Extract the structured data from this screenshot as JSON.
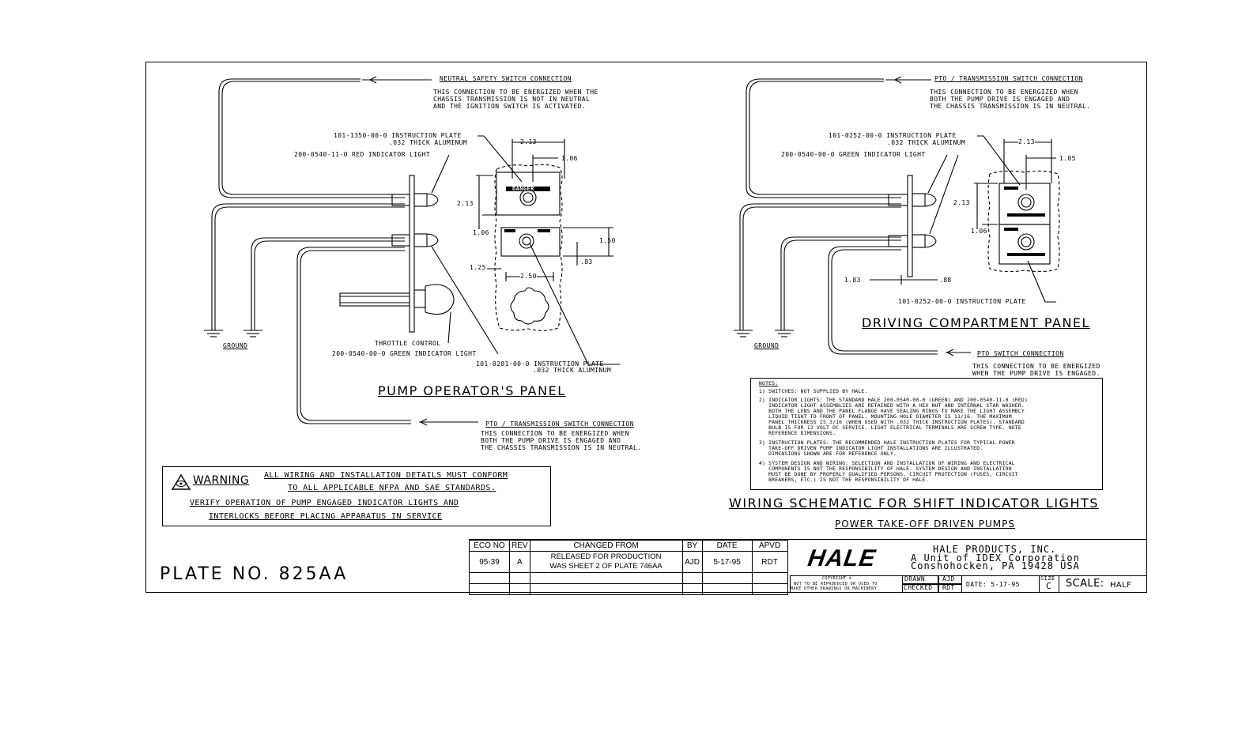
{
  "left": {
    "neutral_title": "NEUTRAL SAFETY SWITCH CONNECTION",
    "neutral_desc": [
      "THIS CONNECTION TO BE ENERGIZED WHEN THE",
      "CHASSIS TRANSMISSION IS NOT IN NEUTRAL",
      "AND THE IGNITION SWITCH IS ACTIVATED."
    ],
    "plate_callout_1": "101-1350-00-0 INSTRUCTION PLATE",
    "plate_callout_2": ".032 THICK ALUMINUM",
    "red_light": "200-0540-11-0 RED INDICATOR LIGHT",
    "dim_213_h": "2.13",
    "dim_106_h": "1.06",
    "dim_213_v": "2.13",
    "dim_106_v": "1.06",
    "dim_150": "1.50",
    "dim_83": ".83",
    "dim_125": "1.25",
    "dim_250": "2.50",
    "danger_label": "DANGER",
    "throttle": "THROTTLE CONTROL",
    "green_light": "200-0540-00-0 GREEN INDICATOR LIGHT",
    "plate2_1": "101-0201-00-0 INSTRUCTION PLATE",
    "plate2_2": ".032 THICK ALUMINUM",
    "ground": "GROUND",
    "panel_title": "PUMP OPERATOR'S PANEL",
    "pto_title": "PTO / TRANSMISSION SWITCH CONNECTION",
    "pto_desc": [
      "THIS CONNECTION TO BE ENERGIZED WHEN",
      "BOTH THE PUMP DRIVE IS ENGAGED AND",
      "THE CHASSIS TRANSMISSION IS IN NEUTRAL."
    ]
  },
  "right": {
    "pto_title": "PTO / TRANSMISSION SWITCH CONNECTION",
    "pto_desc": [
      "THIS CONNECTION TO BE ENERGIZED WHEN",
      "BOTH THE PUMP DRIVE IS ENGAGED AND",
      "THE CHASSIS TRANSMISSION IS IN NEUTRAL."
    ],
    "plate_callout_1": "101-0252-00-0 INSTRUCTION PLATE",
    "plate_callout_2": ".032 THICK ALUMINUM",
    "green_light": "200-0540-00-0 GREEN INDICATOR LIGHT",
    "dim_213_h": "2.13",
    "dim_105": "1.05",
    "dim_213_v": "2.13",
    "dim_106": "1.06",
    "dim_183": "1.83",
    "dim_88": ".88",
    "plate_bottom": "101-0252-00-0 INSTRUCTION PLATE",
    "panel_title": "DRIVING COMPARTMENT PANEL",
    "ground": "GROUND",
    "pto_switch_title": "PTO SWITCH CONNECTION",
    "pto_switch_desc": [
      "THIS CONNECTION TO BE ENERGIZED",
      "WHEN THE PUMP DRIVE IS ENGAGED."
    ]
  },
  "notes": {
    "heading": "NOTES:",
    "lines": [
      "1) SWITCHES: NOT SUPPLIED BY HALE.",
      "2) INDICATOR LIGHTS: THE STANDARD HALE 200-0540-00-0 (GREEN) AND 200-0540-11-0 (RED)",
      "   INDICATOR LIGHT ASSEMBLIES ARE RETAINED WITH A HEX NUT AND INTERNAL STAR WASHER.",
      "   BOTH THE LENS AND THE PANEL FLANGE HAVE SEALING RINGS TO MAKE THE LIGHT ASSEMBLY",
      "   LIQUID TIGHT TO FRONT OF PANEL. MOUNTING HOLE DIAMETER IS 11/16. THE MAXIMUM",
      "   PANEL THICKNESS IS 3/16 (WHEN USED WITH .032 THICK INSTRUCTION PLATES). STANDARD",
      "   BULB IS FOR 12 VOLT DC SERVICE. LIGHT ELECTRICAL TERMINALS ARE SCREW TYPE. NOTE",
      "   REFERENCE DIMENSIONS.",
      "3) INSTRUCTION PLATES: THE RECOMMENDED HALE INSTRUCTION PLATES FOR TYPICAL POWER",
      "   TAKE-OFF DRIVEN PUMP INDICATOR LIGHT INSTALLATIONS ARE ILLUSTRATED.",
      "   DIMENSIONS SHOWN ARE FOR REFERENCE ONLY.",
      "4) SYSTEM DESIGN AND WIRING: SELECTION AND INSTALLATION OF WIRING AND ELECTRICAL",
      "   COMPONENTS IS NOT THE RESPONSIBILITY OF HALE. SYSTEM DESIGN AND INSTALLATION",
      "   MUST BE DONE BY PROPERLY QUALIFIED PERSONS. CIRCUIT PROTECTION (FUSES, CIRCUIT",
      "   BREAKERS, ETC.) IS NOT THE RESPONSIBILITY OF HALE."
    ]
  },
  "schematic_title": "WIRING SCHEMATIC FOR SHIFT INDICATOR LIGHTS",
  "schematic_subtitle": "POWER TAKE-OFF DRIVEN PUMPS",
  "warning": {
    "label": "WARNING",
    "line1": "ALL WIRING AND INSTALLATION DETAILS MUST CONFORM",
    "line2": "TO ALL APPLICABLE NFPA AND SAE STANDARDS.",
    "line3": "VERIFY OPERATION OF PUMP ENGAGED INDICATOR LIGHTS AND",
    "line4": "INTERLOCKS BEFORE PLACING APPARATUS IN SERVICE"
  },
  "plate_no": "PLATE NO. 825AA",
  "revision": {
    "headers": [
      "ECO NO",
      "REV",
      "CHANGED FROM",
      "BY",
      "DATE",
      "APVD"
    ],
    "row": [
      "95-39",
      "A",
      "RELEASED FOR PRODUCTION",
      "AJD",
      "5-17-95",
      "RDT"
    ],
    "row_line2": "WAS SHEET 2 OF PLATE 746AA"
  },
  "title_block": {
    "logo": "HALE",
    "company": "HALE PRODUCTS, INC.",
    "division": "A Unit of IDEX Corporation",
    "address": "Conshohocken, PA 19428 USA",
    "copyright_1": "COPYRIGHT ©",
    "copyright_2": "NOT TO BE REPRODUCED OR USED TO",
    "copyright_3": "MAKE OTHER DRAWINGS OR MACHINERY",
    "drawn_label": "DRAWN",
    "drawn_by": "AJD",
    "checked_label": "CHECKED",
    "checked_by": "RDT",
    "date_label": "DATE: 5-17-95",
    "size_label": "SIZE",
    "size_value": "C",
    "scale_label": "SCALE:",
    "scale_value": "HALF"
  }
}
